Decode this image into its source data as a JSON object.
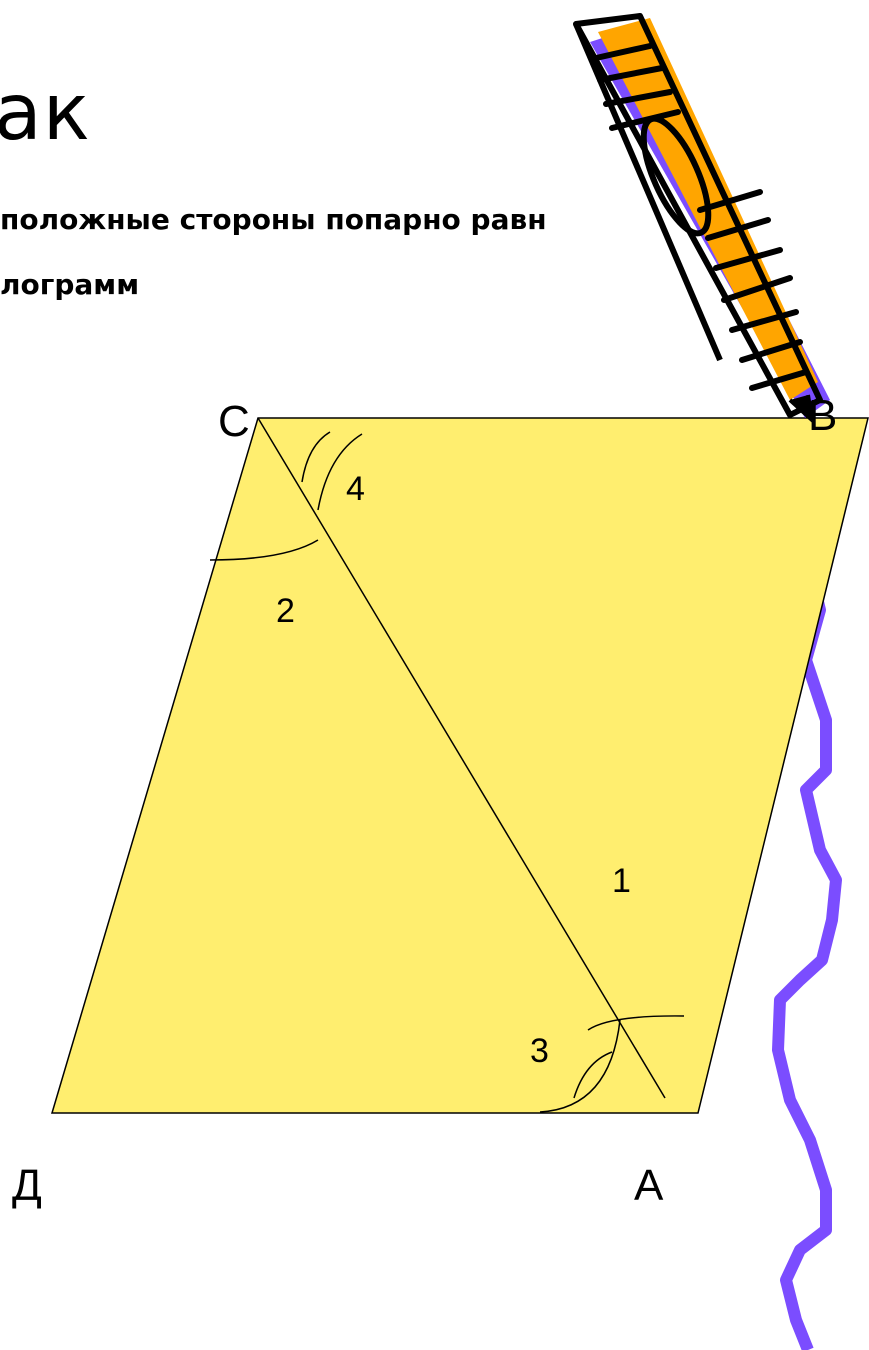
{
  "title": "ак",
  "subtitle": {
    "line1": "положные стороны попарно равн",
    "line2": "лограмм"
  },
  "vertices": {
    "C": "С",
    "B": "В",
    "D": "Д",
    "A": "А"
  },
  "angles": {
    "a1": "1",
    "a2": "2",
    "a3": "3",
    "a4": "4"
  },
  "colors": {
    "fill": "#FFEE6F",
    "stroke": "#000000",
    "pencil_body": "#FFA500",
    "pencil_shadow": "#7B4DFF"
  },
  "icons": {
    "pencil": "pencil-clipart-icon"
  }
}
